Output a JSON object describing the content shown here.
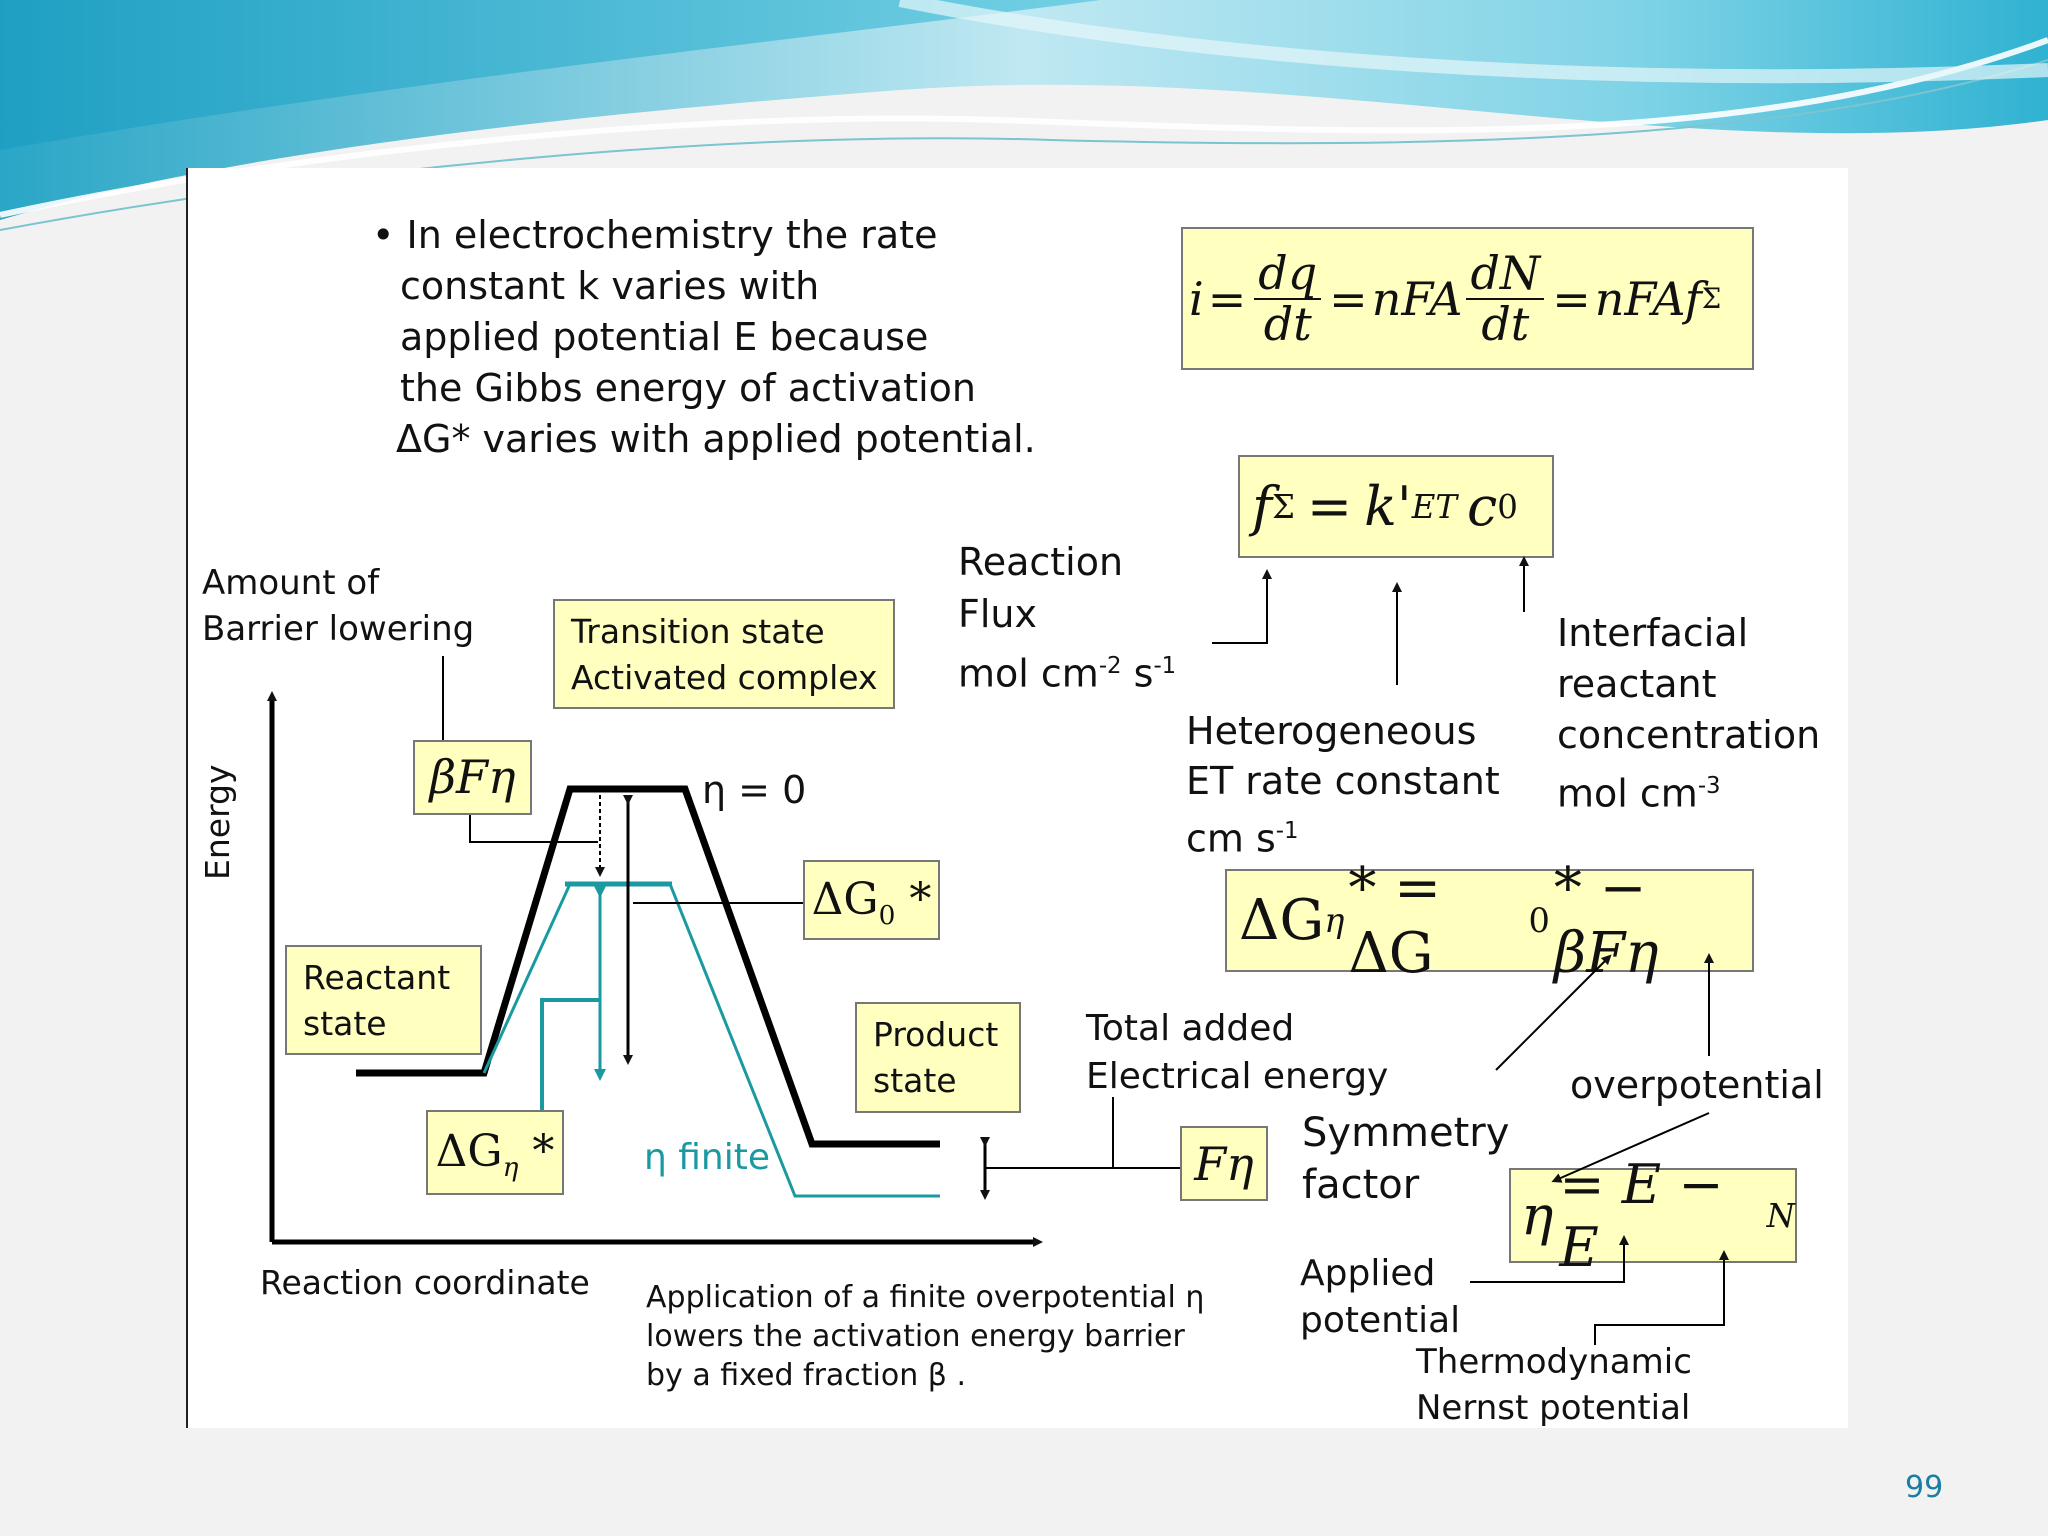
{
  "slide": {
    "page_number": "99",
    "bullet_text": [
      "• In electrochemistry the rate",
      "constant k varies with",
      "applied potential E because",
      "the Gibbs energy of activation",
      "ΔG* varies with applied potential."
    ],
    "colors": {
      "box_fill": "#ffffc0",
      "teal": "#1a9aa0",
      "wave_blue": "#4fc2d8"
    }
  },
  "equations": {
    "current": {
      "i": "i",
      "eq": "=",
      "dq": "dq",
      "dt1": "dt",
      "nFA": "nFA",
      "dN": "dN",
      "dt2": "dt",
      "nFAf": "nFAf",
      "sigma": "Σ"
    },
    "flux": {
      "f": "f",
      "sigma": "Σ",
      "eq": "=",
      "k": "k'",
      "et": "ET",
      "c": "c",
      "zero": "0"
    },
    "gibbs": {
      "dG": "ΔG",
      "eta_sub": "η",
      "star": "* = ΔG",
      "zero": "0",
      "rest": "* − βFη"
    },
    "overpotential": {
      "eta": "η",
      "eq": "= E − E",
      "n": "N"
    }
  },
  "labels": {
    "reaction_flux": [
      "Reaction",
      "Flux"
    ],
    "flux_units": {
      "base": "mol cm",
      "exp1": "-2",
      "mid": " s",
      "exp2": "-1"
    },
    "heterogeneous": [
      "Heterogeneous",
      "ET rate constant"
    ],
    "het_units": {
      "base": "cm s",
      "exp": "-1"
    },
    "interfacial": [
      "Interfacial",
      "reactant",
      "concentration"
    ],
    "interfacial_units": {
      "base": "mol cm",
      "exp": "-3"
    },
    "barrier_lowering": [
      "Amount of",
      "Barrier lowering"
    ],
    "transition_state": [
      "Transition state",
      "Activated complex"
    ],
    "reactant_state": [
      "Reactant",
      "state"
    ],
    "product_state": [
      "Product",
      "state"
    ],
    "energy_axis": "Energy",
    "reaction_coordinate": "Reaction coordinate",
    "eta_zero": "η = 0",
    "eta_finite": "η finite",
    "beta_f_eta": "βFη",
    "dG0": {
      "base": "ΔG",
      "sub": "0",
      "star": " *"
    },
    "dGeta": {
      "base": "ΔG",
      "sub": "η",
      "star": " *"
    },
    "f_eta": "Fη",
    "total_added": [
      "Total added",
      "Electrical energy"
    ],
    "symmetry_factor": [
      "Symmetry",
      "factor"
    ],
    "overpotential_label": "overpotential",
    "applied_potential": [
      "Applied",
      "potential"
    ],
    "nernst": [
      "Thermodynamic",
      "Nernst potential"
    ],
    "caption": [
      "Application of a finite overpotential η",
      "lowers the activation energy barrier",
      "by a fixed fraction β ."
    ]
  }
}
